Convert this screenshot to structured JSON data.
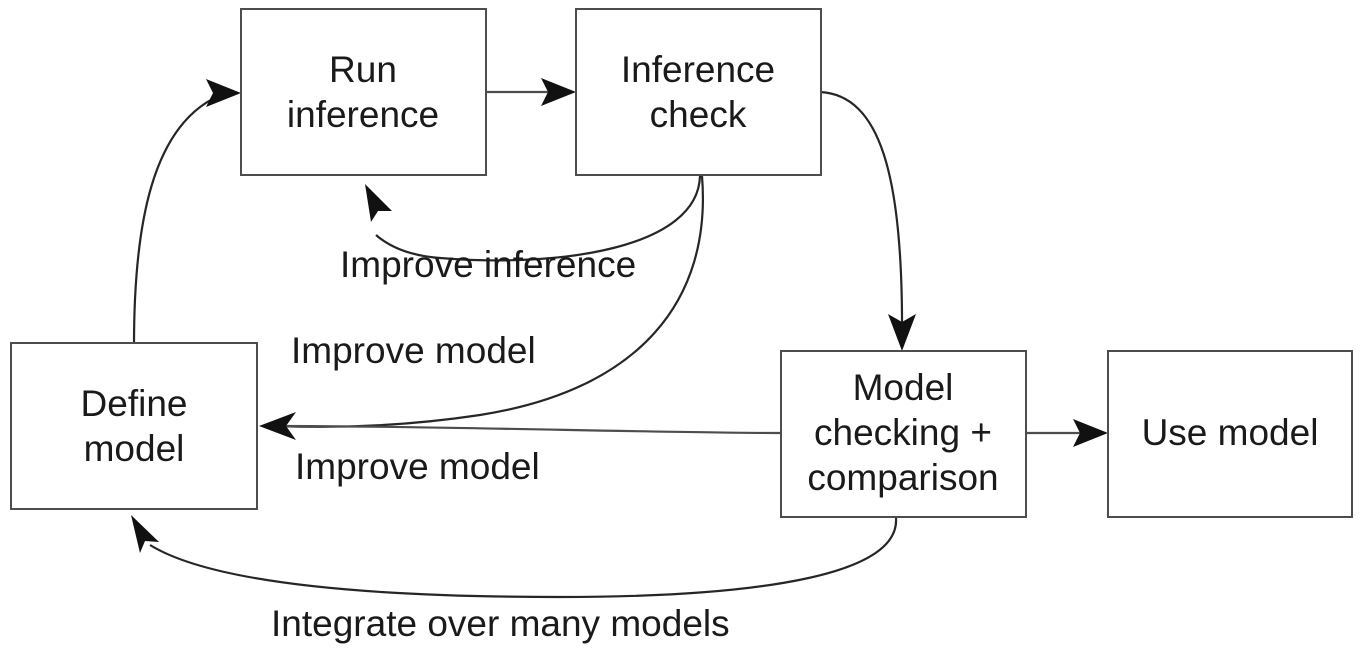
{
  "diagram": {
    "title": "Bayesian workflow flowchart",
    "background_color": "#ffffff",
    "node_fill": "#ffffff",
    "node_stroke": "#4d4d4d",
    "text_color": "#1a1a1a",
    "arrow_color": "#111111",
    "nodes": [
      {
        "id": "run-inference",
        "line1": "Run",
        "line2": "inference"
      },
      {
        "id": "inference-check",
        "line1": "Inference",
        "line2": "check"
      },
      {
        "id": "define-model",
        "line1": "Define",
        "line2": "model"
      },
      {
        "id": "model-checking",
        "line1": "Model",
        "line2": "checking +",
        "line3": "comparison"
      },
      {
        "id": "use-model",
        "line1": "Use model"
      }
    ],
    "edge_labels": [
      {
        "id": "improve-inference",
        "text": "Improve inference"
      },
      {
        "id": "improve-model-upper",
        "text": "Improve model"
      },
      {
        "id": "improve-model-lower",
        "text": "Improve model"
      },
      {
        "id": "integrate-over-models",
        "text": "Integrate over many models"
      }
    ],
    "edges": [
      {
        "id": "run-inference-to-inference-check",
        "from": "run-inference",
        "to": "inference-check",
        "label": ""
      },
      {
        "id": "inference-check-to-model-checking",
        "from": "inference-check",
        "to": "model-checking",
        "label": ""
      },
      {
        "id": "inference-check-to-run-inference",
        "from": "inference-check",
        "to": "run-inference",
        "label": "Improve inference"
      },
      {
        "id": "inference-check-to-define-model",
        "from": "inference-check",
        "to": "define-model",
        "label": "Improve model"
      },
      {
        "id": "model-checking-to-define-model",
        "from": "model-checking",
        "to": "define-model",
        "label": "Improve model"
      },
      {
        "id": "model-checking-to-use-model",
        "from": "model-checking",
        "to": "use-model",
        "label": ""
      },
      {
        "id": "model-checking-to-define-model-bottom",
        "from": "model-checking",
        "to": "define-model",
        "label": "Integrate over many models"
      },
      {
        "id": "define-model-to-run-inference",
        "from": "define-model",
        "to": "run-inference",
        "label": ""
      }
    ]
  }
}
